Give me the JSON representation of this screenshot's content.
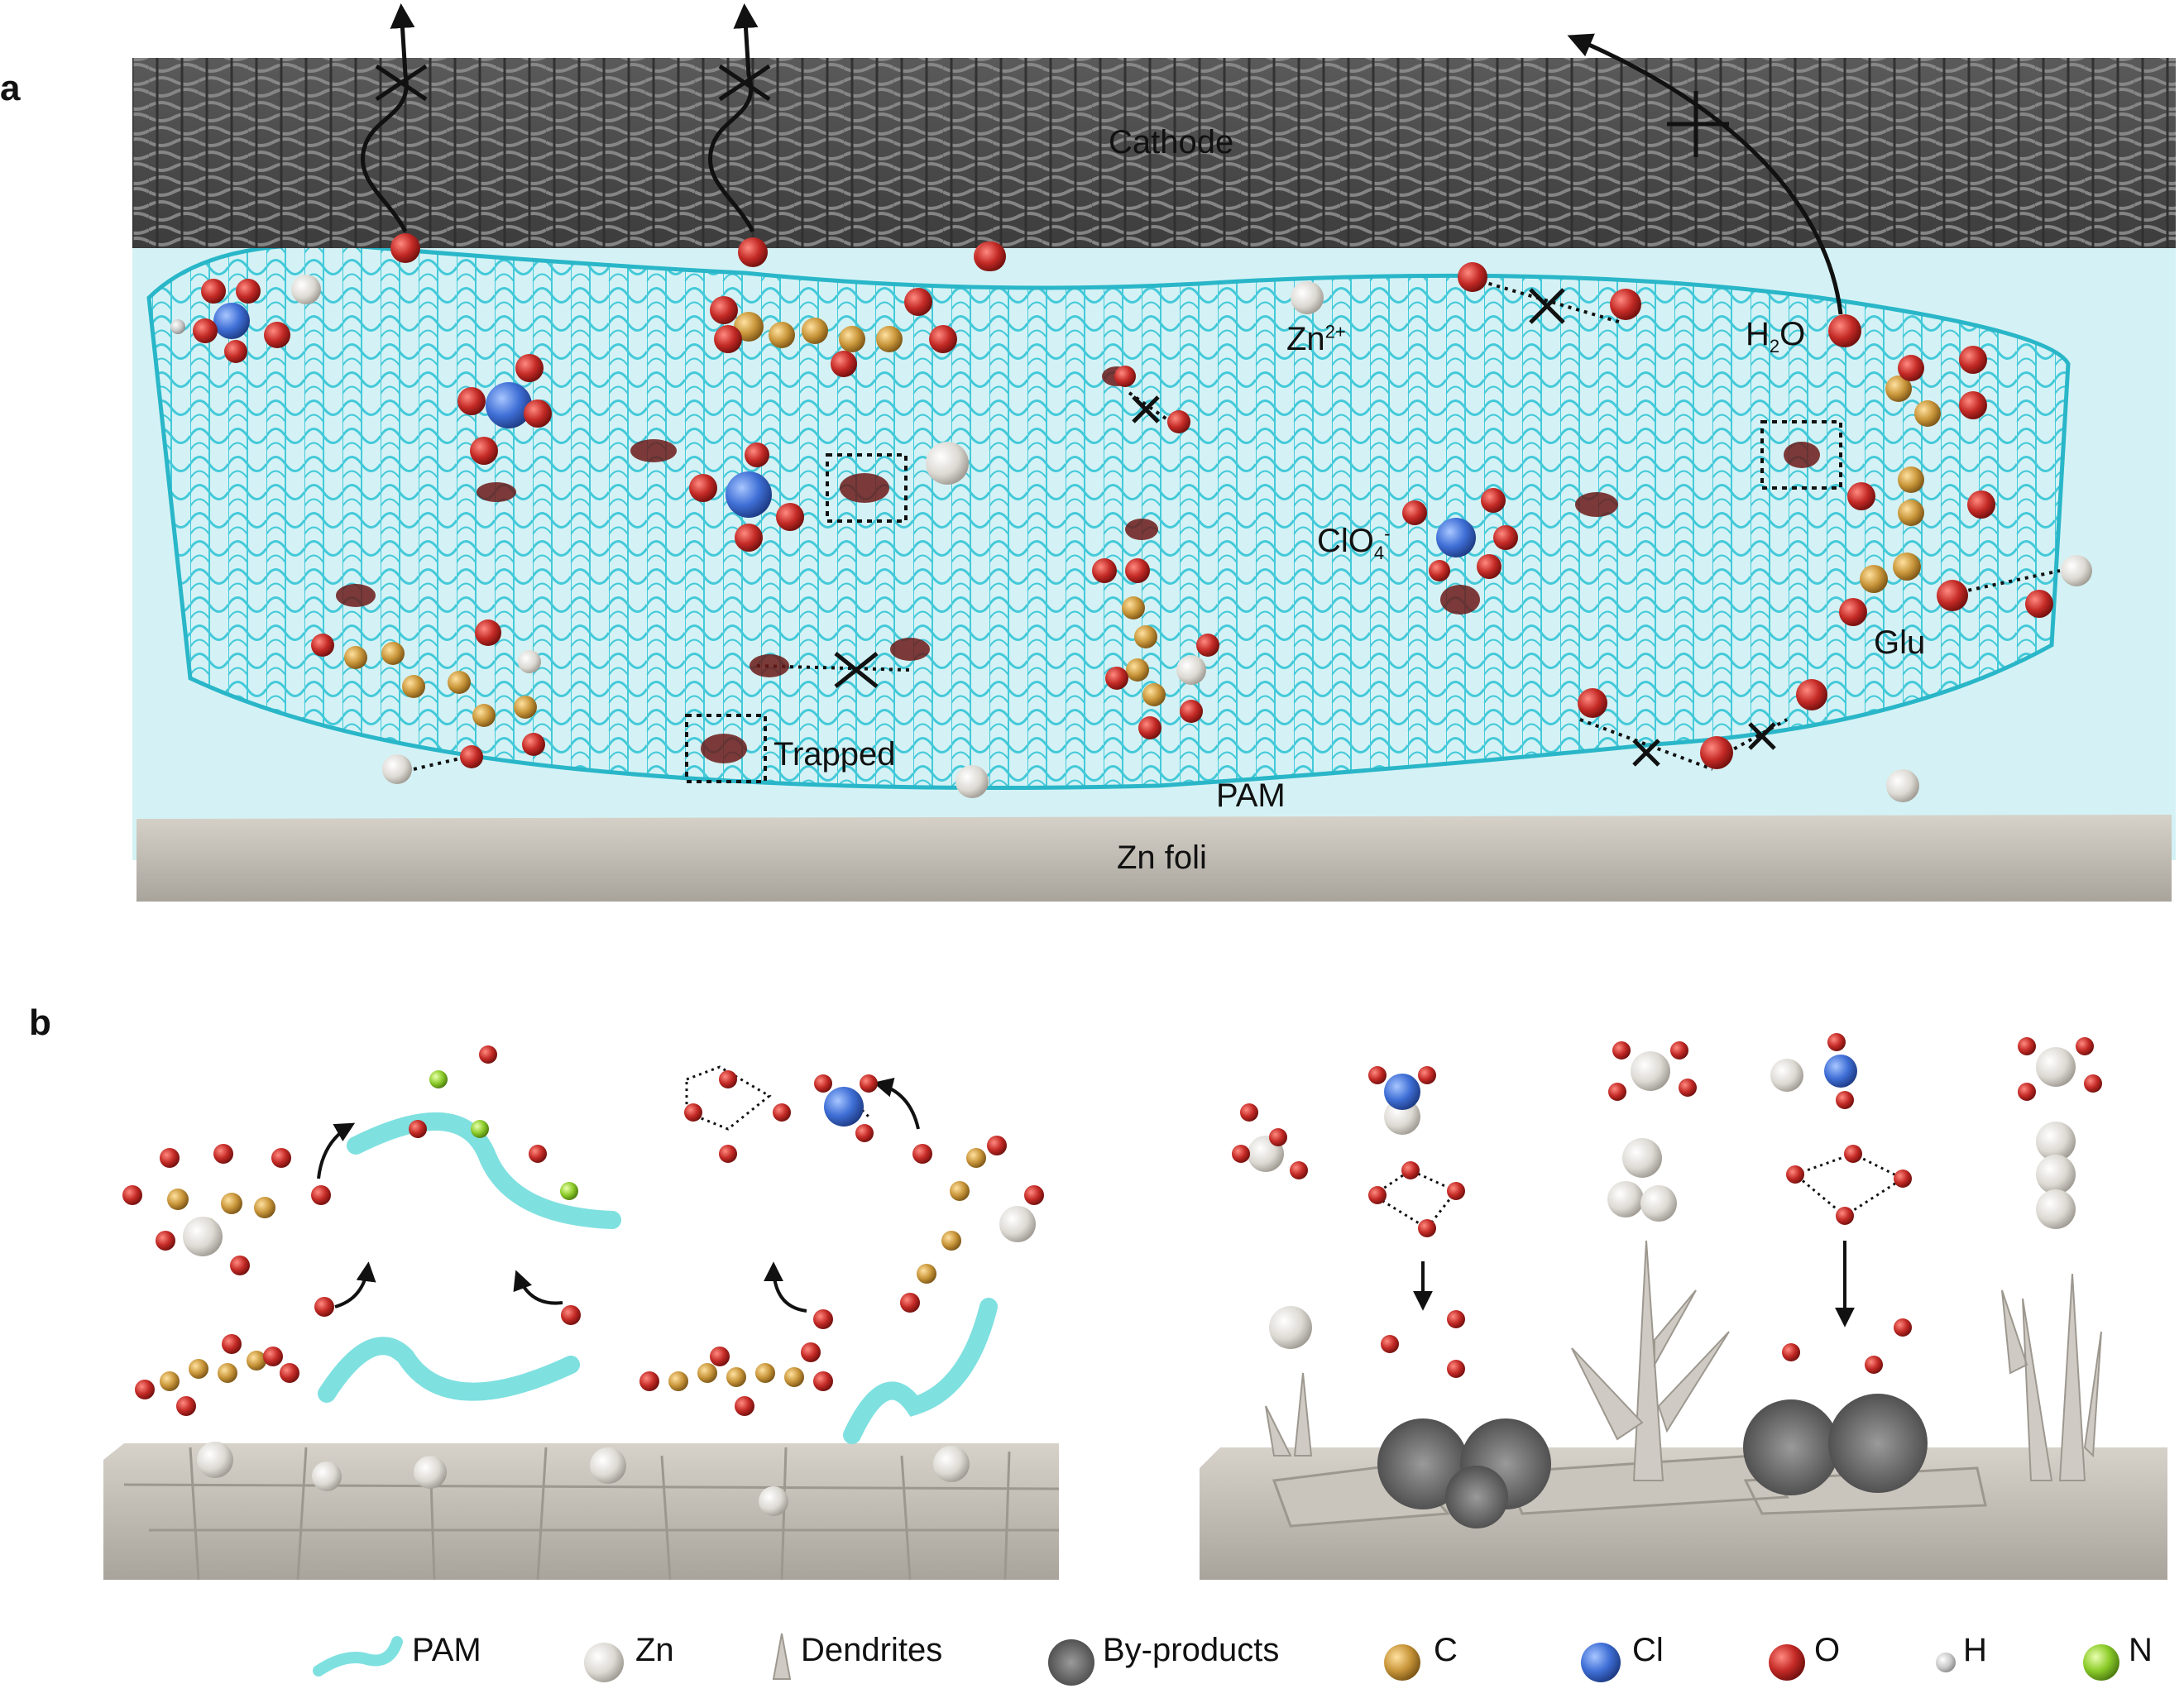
{
  "panels": {
    "a": "a",
    "b": "b"
  },
  "panel_a_labels": {
    "cathode": "Cathode",
    "zn_ion": "Zn",
    "zn_ion_charge": "2+",
    "h2o_h": "H",
    "h2o_sub": "2",
    "h2o_o": "O",
    "clo4": "ClO",
    "clo4_sub": "4",
    "clo4_charge": "-",
    "glu": "Glu",
    "trapped": "Trapped",
    "pam": "PAM",
    "zn_foil": "Zn foli"
  },
  "legend": [
    {
      "key": "pam",
      "label": "PAM",
      "icon": "pam-strand-icon",
      "color": "#7fe0e0"
    },
    {
      "key": "zn",
      "label": "Zn",
      "icon": "zn-sphere-icon",
      "color": "#d9d6d0"
    },
    {
      "key": "dendrites",
      "label": "Dendrites",
      "icon": "dendrite-spike-icon",
      "color": "#c8c5bf"
    },
    {
      "key": "byproducts",
      "label": "By-products",
      "icon": "byproduct-flower-icon",
      "color": "#6b6b6b"
    },
    {
      "key": "c",
      "label": "C",
      "icon": "carbon-sphere-icon",
      "color": "#c9963a"
    },
    {
      "key": "cl",
      "label": "Cl",
      "icon": "chlorine-sphere-icon",
      "color": "#3f6fd6"
    },
    {
      "key": "o",
      "label": "O",
      "icon": "oxygen-sphere-icon",
      "color": "#c42a26"
    },
    {
      "key": "h",
      "label": "H",
      "icon": "hydrogen-sphere-icon",
      "color": "#b8b8b8"
    },
    {
      "key": "n",
      "label": "N",
      "icon": "nitrogen-sphere-icon",
      "color": "#8ccc2a"
    }
  ]
}
